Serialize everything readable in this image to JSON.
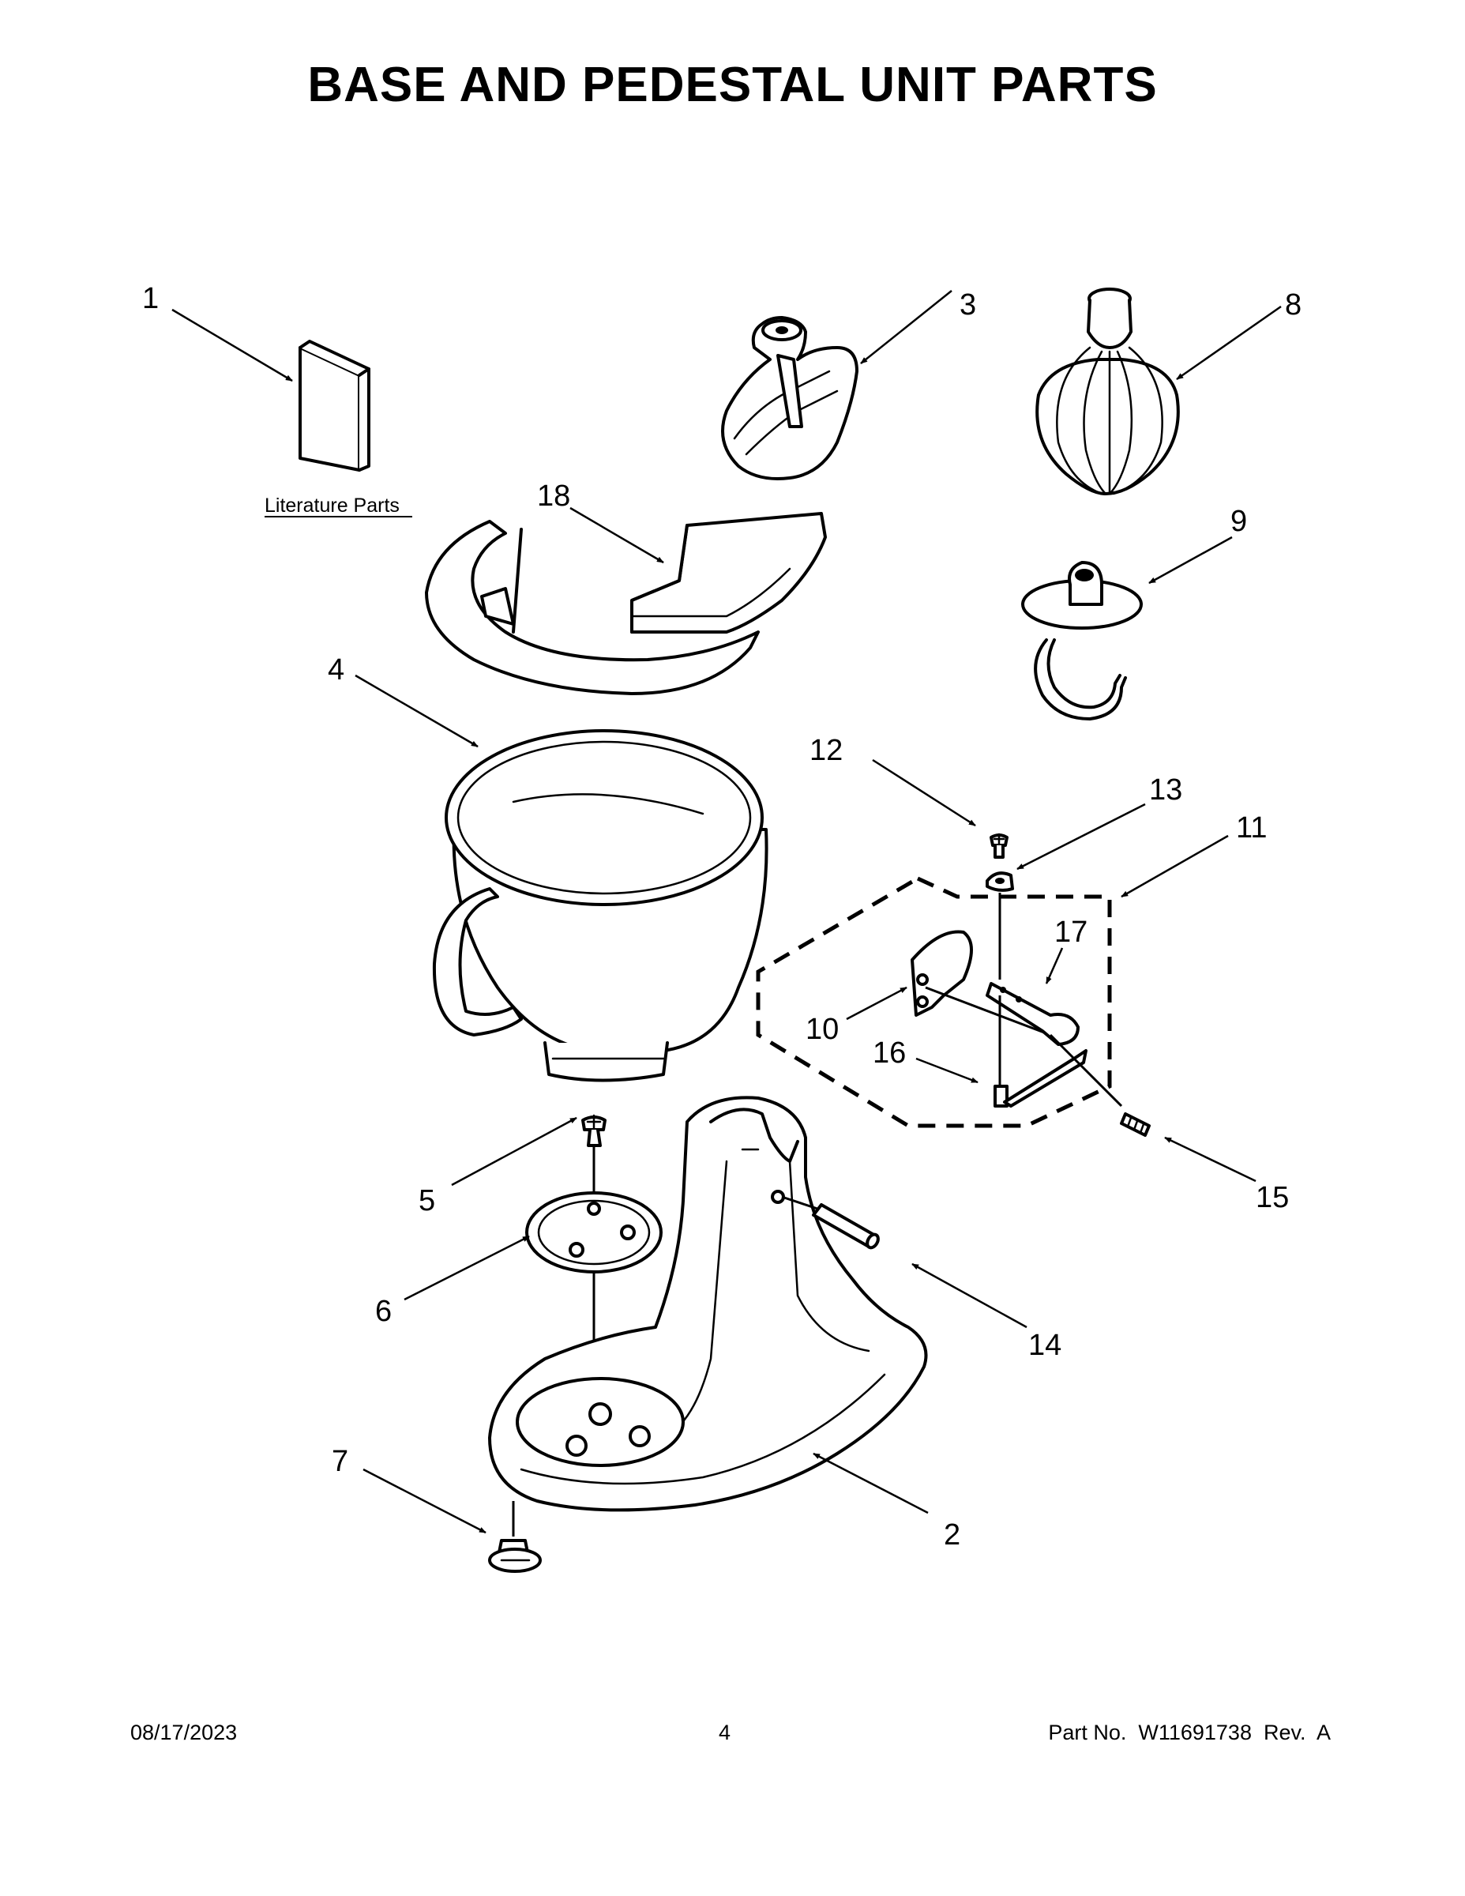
{
  "page": {
    "title": "BASE AND PEDESTAL UNIT PARTS"
  },
  "literature_label": "Literature Parts",
  "callouts": {
    "c1": "1",
    "c2": "2",
    "c3": "3",
    "c4": "4",
    "c5": "5",
    "c6": "6",
    "c7": "7",
    "c8": "8",
    "c9": "9",
    "c10": "10",
    "c11": "11",
    "c12": "12",
    "c13": "13",
    "c14": "14",
    "c15": "15",
    "c16": "16",
    "c17": "17",
    "c18": "18"
  },
  "footer": {
    "date": "08/17/2023",
    "page_number": "4",
    "part_number": "Part No.  W11691738  Rev.  A"
  }
}
